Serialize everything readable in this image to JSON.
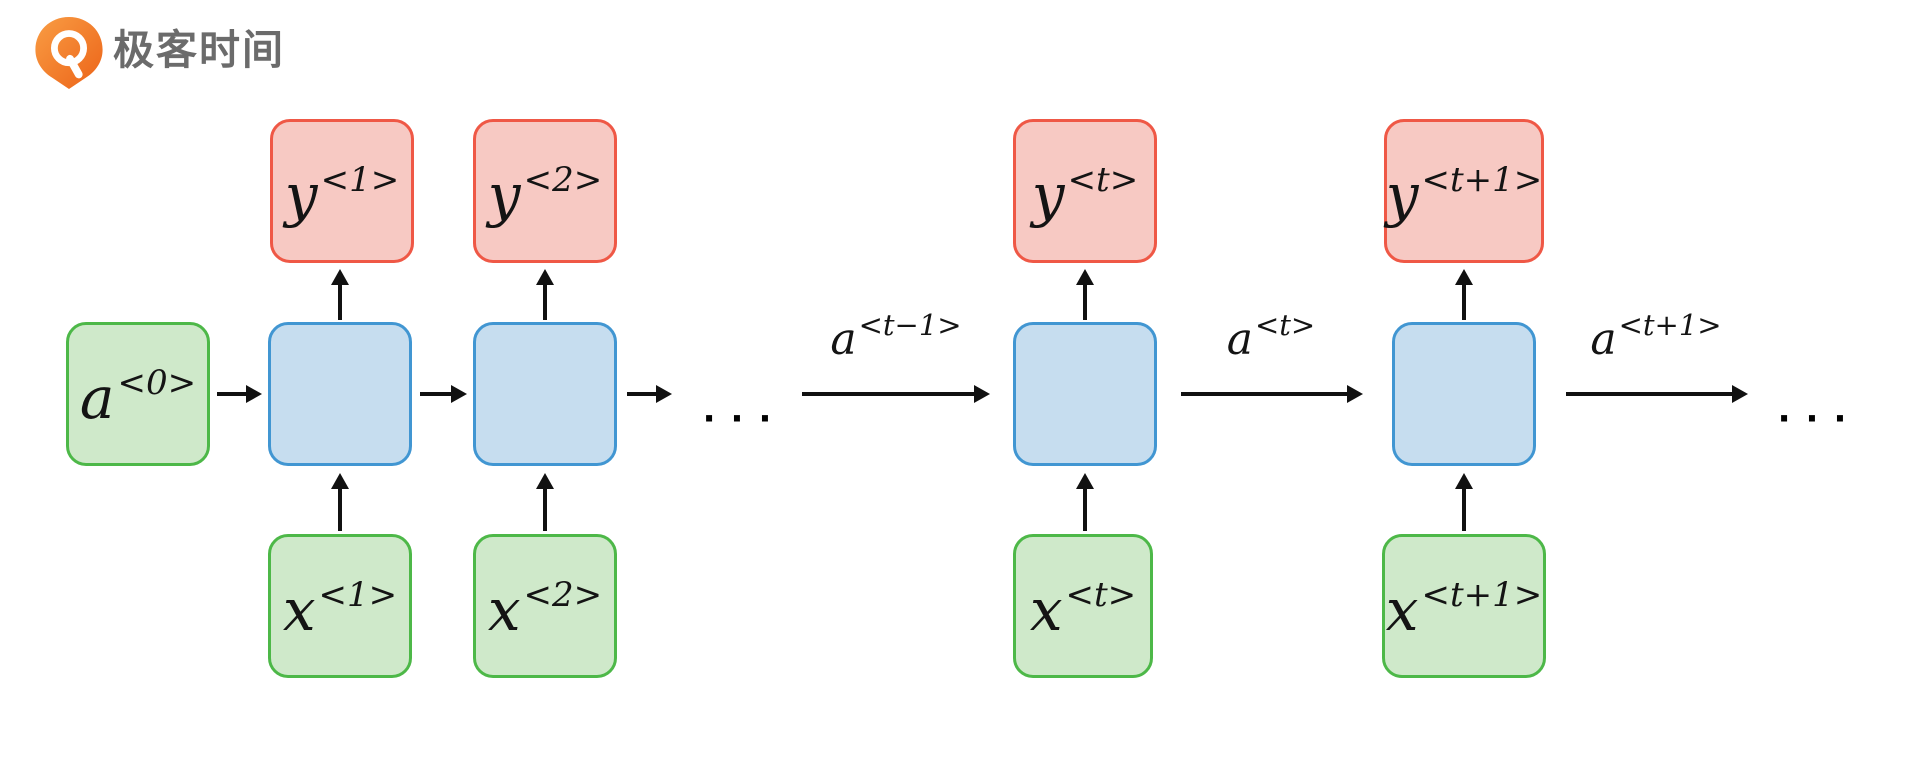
{
  "logo": {
    "brand_text": "极客时间"
  },
  "colors": {
    "input_fill": "#cfe9ca",
    "input_border": "#4db848",
    "hidden_fill": "#c6ddef",
    "hidden_border": "#4196d2",
    "output_fill": "#f7c9c3",
    "output_border": "#ef5846",
    "arrow_ink": "#111111",
    "logo_orange": "#f07224",
    "logo_text_gray": "#6b6b6b"
  },
  "diagram": {
    "kind": "recurrent-neural-network-unrolled",
    "nodes": {
      "a0": {
        "base": "a",
        "sup": "<0>"
      },
      "y1": {
        "base": "y",
        "sup": "<1>"
      },
      "y2": {
        "base": "y",
        "sup": "<2>"
      },
      "yt": {
        "base": "y",
        "sup": "<t>"
      },
      "yt1": {
        "base": "y",
        "sup": "<t+1>"
      },
      "x1": {
        "base": "x",
        "sup": "<1>"
      },
      "x2": {
        "base": "x",
        "sup": "<2>"
      },
      "xt": {
        "base": "x",
        "sup": "<t>"
      },
      "xt1": {
        "base": "x",
        "sup": "<t+1>"
      }
    },
    "edge_labels": {
      "t_minus_1": {
        "base": "a",
        "sup": "<t−1>"
      },
      "t": {
        "base": "a",
        "sup": "<t>"
      },
      "t_plus_1": {
        "base": "a",
        "sup": "<t+1>"
      }
    },
    "ellipsis_left": "···",
    "ellipsis_right": "···"
  }
}
